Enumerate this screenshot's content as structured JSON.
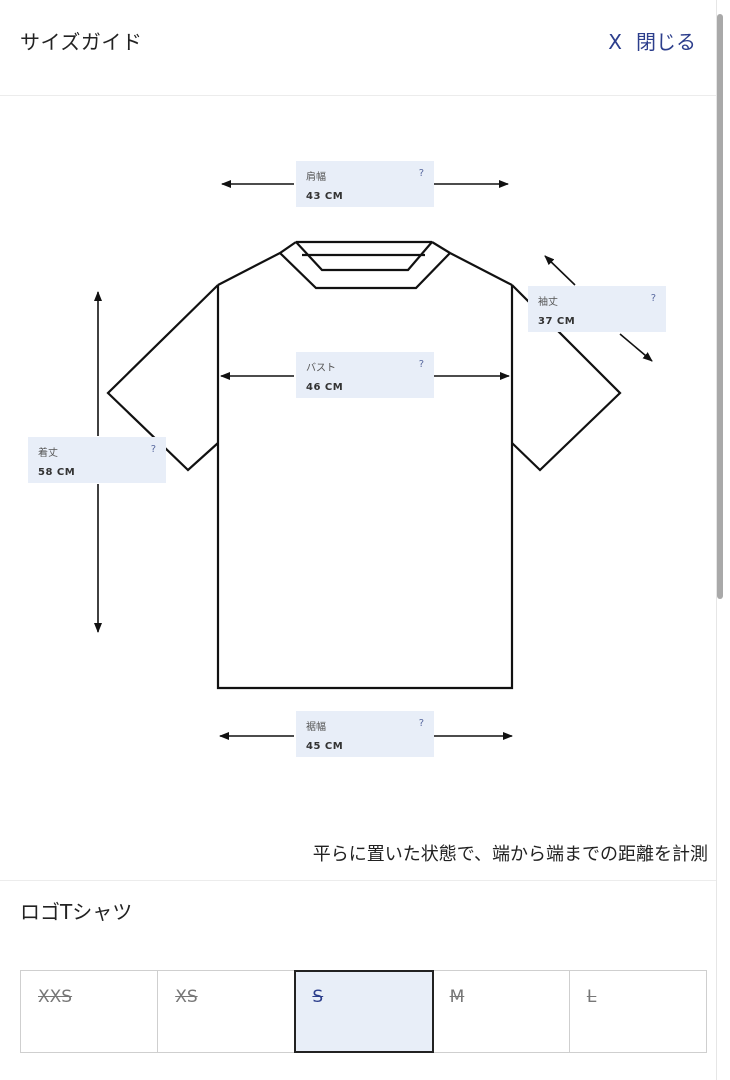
{
  "header": {
    "title": "サイズガイド",
    "close_x": "X",
    "close_label": "閉じる"
  },
  "colors": {
    "accent": "#2c3e8c",
    "measure_box_bg": "#e8eef8",
    "selected_bg": "#e8eef8",
    "border": "#cfcfcf"
  },
  "measurements": {
    "shoulder": {
      "label": "肩幅",
      "help": "?",
      "value": "43 CM"
    },
    "sleeve": {
      "label": "袖丈",
      "help": "?",
      "value": "37 CM"
    },
    "bust": {
      "label": "バスト",
      "help": "?",
      "value": "46 CM"
    },
    "length": {
      "label": "着丈",
      "help": "?",
      "value": "58 CM"
    },
    "hem": {
      "label": "裾幅",
      "help": "?",
      "value": "45 CM"
    }
  },
  "note": "平らに置いた状態で、端から端までの距離を計測",
  "product": {
    "name": "ロゴTシャツ",
    "sizes": [
      {
        "label": "XXS",
        "available": false,
        "selected": false
      },
      {
        "label": "XS",
        "available": false,
        "selected": false
      },
      {
        "label": "S",
        "available": false,
        "selected": true
      },
      {
        "label": "M",
        "available": false,
        "selected": false
      },
      {
        "label": "L",
        "available": false,
        "selected": false
      }
    ]
  }
}
